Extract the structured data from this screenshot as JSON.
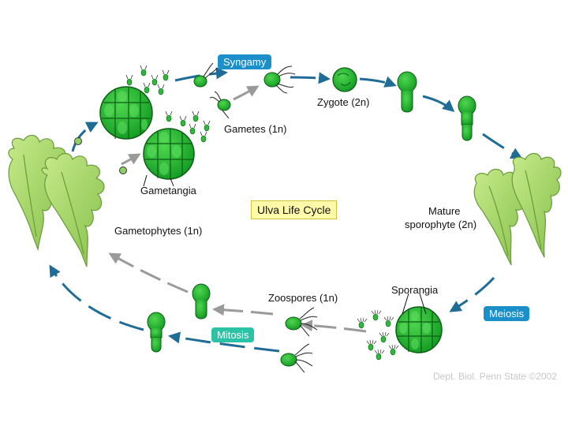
{
  "title": "Ulva Life Cycle",
  "labels": {
    "syngamy": "Syngamy",
    "zygote": "Zygote (2n)",
    "gametes": "Gametes (1n)",
    "gametangia": "Gametangia",
    "gametophytes": "Gametophytes (1n)",
    "mature_line1": "Mature",
    "mature_line2": "sporophyte (2n)",
    "meiosis": "Meiosis",
    "sporangia": "Sporangia",
    "zoospores": "Zoospores (1n)",
    "mitosis": "Mitosis"
  },
  "credit": "Dept. Biol. Penn State ©2002",
  "colors": {
    "blue_arrow": "#1f6d96",
    "gray_arrow": "#9a9a9a",
    "cell_green": "#1fa02a",
    "leaf_green": "#a9d86a",
    "syngamy_pill": "#1b8fc9",
    "meiosis_pill": "#1b8fc9",
    "mitosis_pill": "#2cc2a6",
    "title_bg": "#fff9a8"
  }
}
